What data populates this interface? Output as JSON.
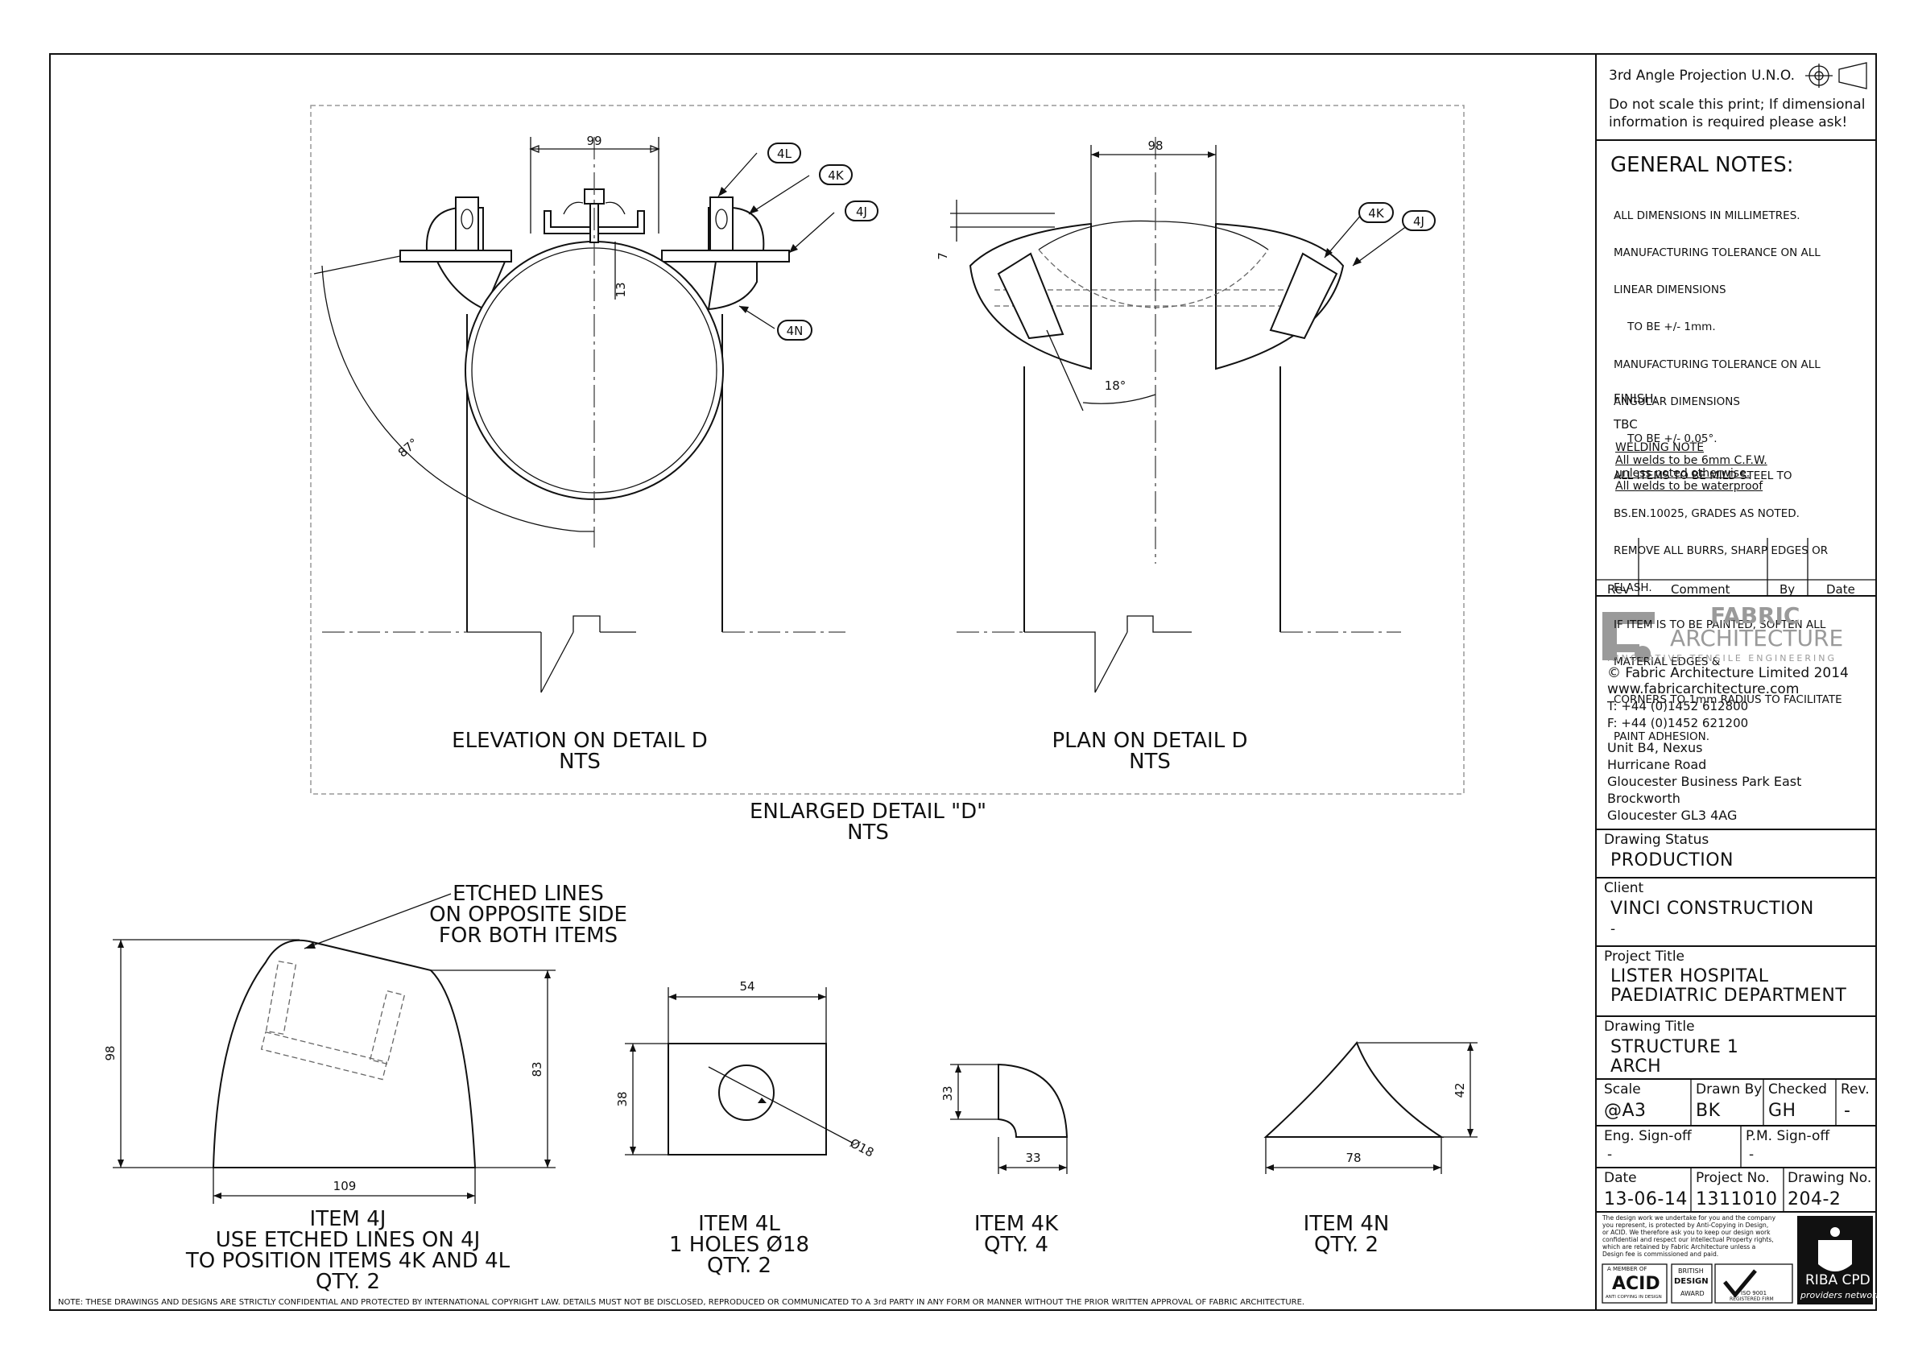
{
  "drawing": {
    "view_elevation": {
      "title": "ELEVATION ON DETAIL D",
      "scale": "NTS"
    },
    "view_plan": {
      "title": "PLAN ON DETAIL D",
      "scale": "NTS"
    },
    "enlarged_detail": {
      "title": "ENLARGED DETAIL \"D\"",
      "scale": "NTS"
    },
    "dims": {
      "elev_width": "99",
      "elev_gap": "13",
      "elev_angle": "87°",
      "plan_width": "98",
      "plan_offset": "7",
      "plan_angle": "18°",
      "item4j_height": "98",
      "item4j_right_height": "83",
      "item4j_width": "109",
      "item4l_width": "54",
      "item4l_height": "38",
      "item4l_hole": "Ø18",
      "item4k_height": "33",
      "item4k_width": "33",
      "item4n_width": "78",
      "item4n_height": "42"
    },
    "callouts": [
      "4L",
      "4K",
      "4J",
      "4N",
      "4K",
      "4J"
    ],
    "etched_note": [
      "ETCHED LINES",
      "ON OPPOSITE SIDE",
      "FOR BOTH ITEMS"
    ],
    "items": {
      "item4j": [
        "ITEM 4J",
        "USE ETCHED LINES ON 4J",
        "TO POSITION ITEMS 4K AND 4L",
        "QTY. 2"
      ],
      "item4l": [
        "ITEM 4L",
        "1 HOLES Ø18",
        "QTY. 2"
      ],
      "item4k": [
        "ITEM 4K",
        "QTY. 4"
      ],
      "item4n": [
        "ITEM 4N",
        "QTY. 2"
      ]
    },
    "footer_note": "NOTE: THESE DRAWINGS AND DESIGNS ARE STRICTLY CONFIDENTIAL AND PROTECTED BY INTERNATIONAL COPYRIGHT LAW. DETAILS MUST NOT BE DISCLOSED, REPRODUCED OR COMMUNICATED TO A 3rd PARTY IN ANY FORM OR MANNER WITHOUT THE PRIOR WRITTEN APPROVAL OF FABRIC ARCHITECTURE."
  },
  "title_block": {
    "projection": "3rd Angle Projection U.N.O.",
    "scale_warning": [
      "Do not scale this print; If dimensional",
      "information is required please ask!"
    ],
    "general_notes_title": "GENERAL NOTES:",
    "general_notes": [
      "ALL DIMENSIONS IN MILLIMETRES.",
      "MANUFACTURING TOLERANCE ON ALL",
      "LINEAR DIMENSIONS",
      "    TO BE +/- 1mm.",
      "MANUFACTURING TOLERANCE ON ALL",
      "ANGULAR DIMENSIONS",
      "    TO BE +/- 0.05°.",
      "ALL ITEMS TO BE MILD STEEL TO",
      "BS.EN.10025, GRADES AS NOTED.",
      "REMOVE ALL BURRS, SHARP EDGES OR",
      "FLASH.",
      "IF ITEM IS TO BE PAINTED, SOFTEN ALL",
      "MATERIAL EDGES &",
      "CORNERS TO 1mm RADIUS TO FACILITATE",
      "PAINT ADHESION."
    ],
    "finish_label": "FINISH:",
    "finish_value": "TBC",
    "welding_note": [
      "WELDING NOTE",
      "All welds to be 6mm C.F.W.",
      "unless noted otherwise.",
      "All welds to be waterproof"
    ],
    "revision_headers": {
      "rev": "Rev",
      "comment": "Comment",
      "by": "By",
      "date": "Date"
    },
    "company": {
      "logo_line1": "FABRIC",
      "logo_line2": "ARCHITECTURE",
      "tagline": "INNOVATIVE TENSILE ENGINEERING",
      "copyright": "© Fabric Architecture Limited 2014",
      "website": "www.fabricarchitecture.com",
      "tel": "T: +44 (0)1452 612800",
      "fax": "F: +44 (0)1452 621200",
      "address": [
        "Unit B4, Nexus",
        "Hurricane Road",
        "Gloucester Business Park East",
        "Brockworth",
        "Gloucester GL3 4AG"
      ]
    },
    "drawing_status_label": "Drawing Status",
    "drawing_status": "PRODUCTION",
    "client_label": "Client",
    "client": "VINCI CONSTRUCTION",
    "client_sub": "-",
    "project_title_label": "Project Title",
    "project_title": [
      "LISTER HOSPITAL",
      "PAEDIATRIC DEPARTMENT"
    ],
    "drawing_title_label": "Drawing Title",
    "drawing_title": [
      "STRUCTURE 1",
      "ARCH"
    ],
    "scale_label": "Scale",
    "scale": "@A3",
    "drawn_by_label": "Drawn By",
    "drawn_by": "BK",
    "checked_label": "Checked",
    "checked": "GH",
    "rev_label": "Rev.",
    "rev": "-",
    "eng_signoff_label": "Eng. Sign-off",
    "eng_signoff": "-",
    "pm_signoff_label": "P.M. Sign-off",
    "pm_signoff": "-",
    "date_label": "Date",
    "date": "13-06-14",
    "project_no_label": "Project No.",
    "project_no": "1311010",
    "drawing_no_label": "Drawing No.",
    "drawing_no": "204-2",
    "disclaimer": [
      "The design work we undertake for you and the company",
      "you represent, is protected by Anti-Copying in Design,",
      "or ACID. We therefore ask you to keep our design work",
      "confidential and respect our intellectual Property rights,",
      "which are retained by Fabric Architecture unless a",
      "Design fee is commissioned and paid."
    ],
    "badges": {
      "acid_top": "A MEMBER OF",
      "acid": "ACID",
      "acid_sub": "ANTI COPYING IN DESIGN",
      "bda_top": "BRITISH",
      "bda": "DESIGN",
      "bda_sub": "AWARD",
      "iso": "ISO 9001",
      "iso_sub": "REGISTERED FIRM",
      "riba": "RIBA CPD",
      "riba_sub": "providers network"
    }
  }
}
